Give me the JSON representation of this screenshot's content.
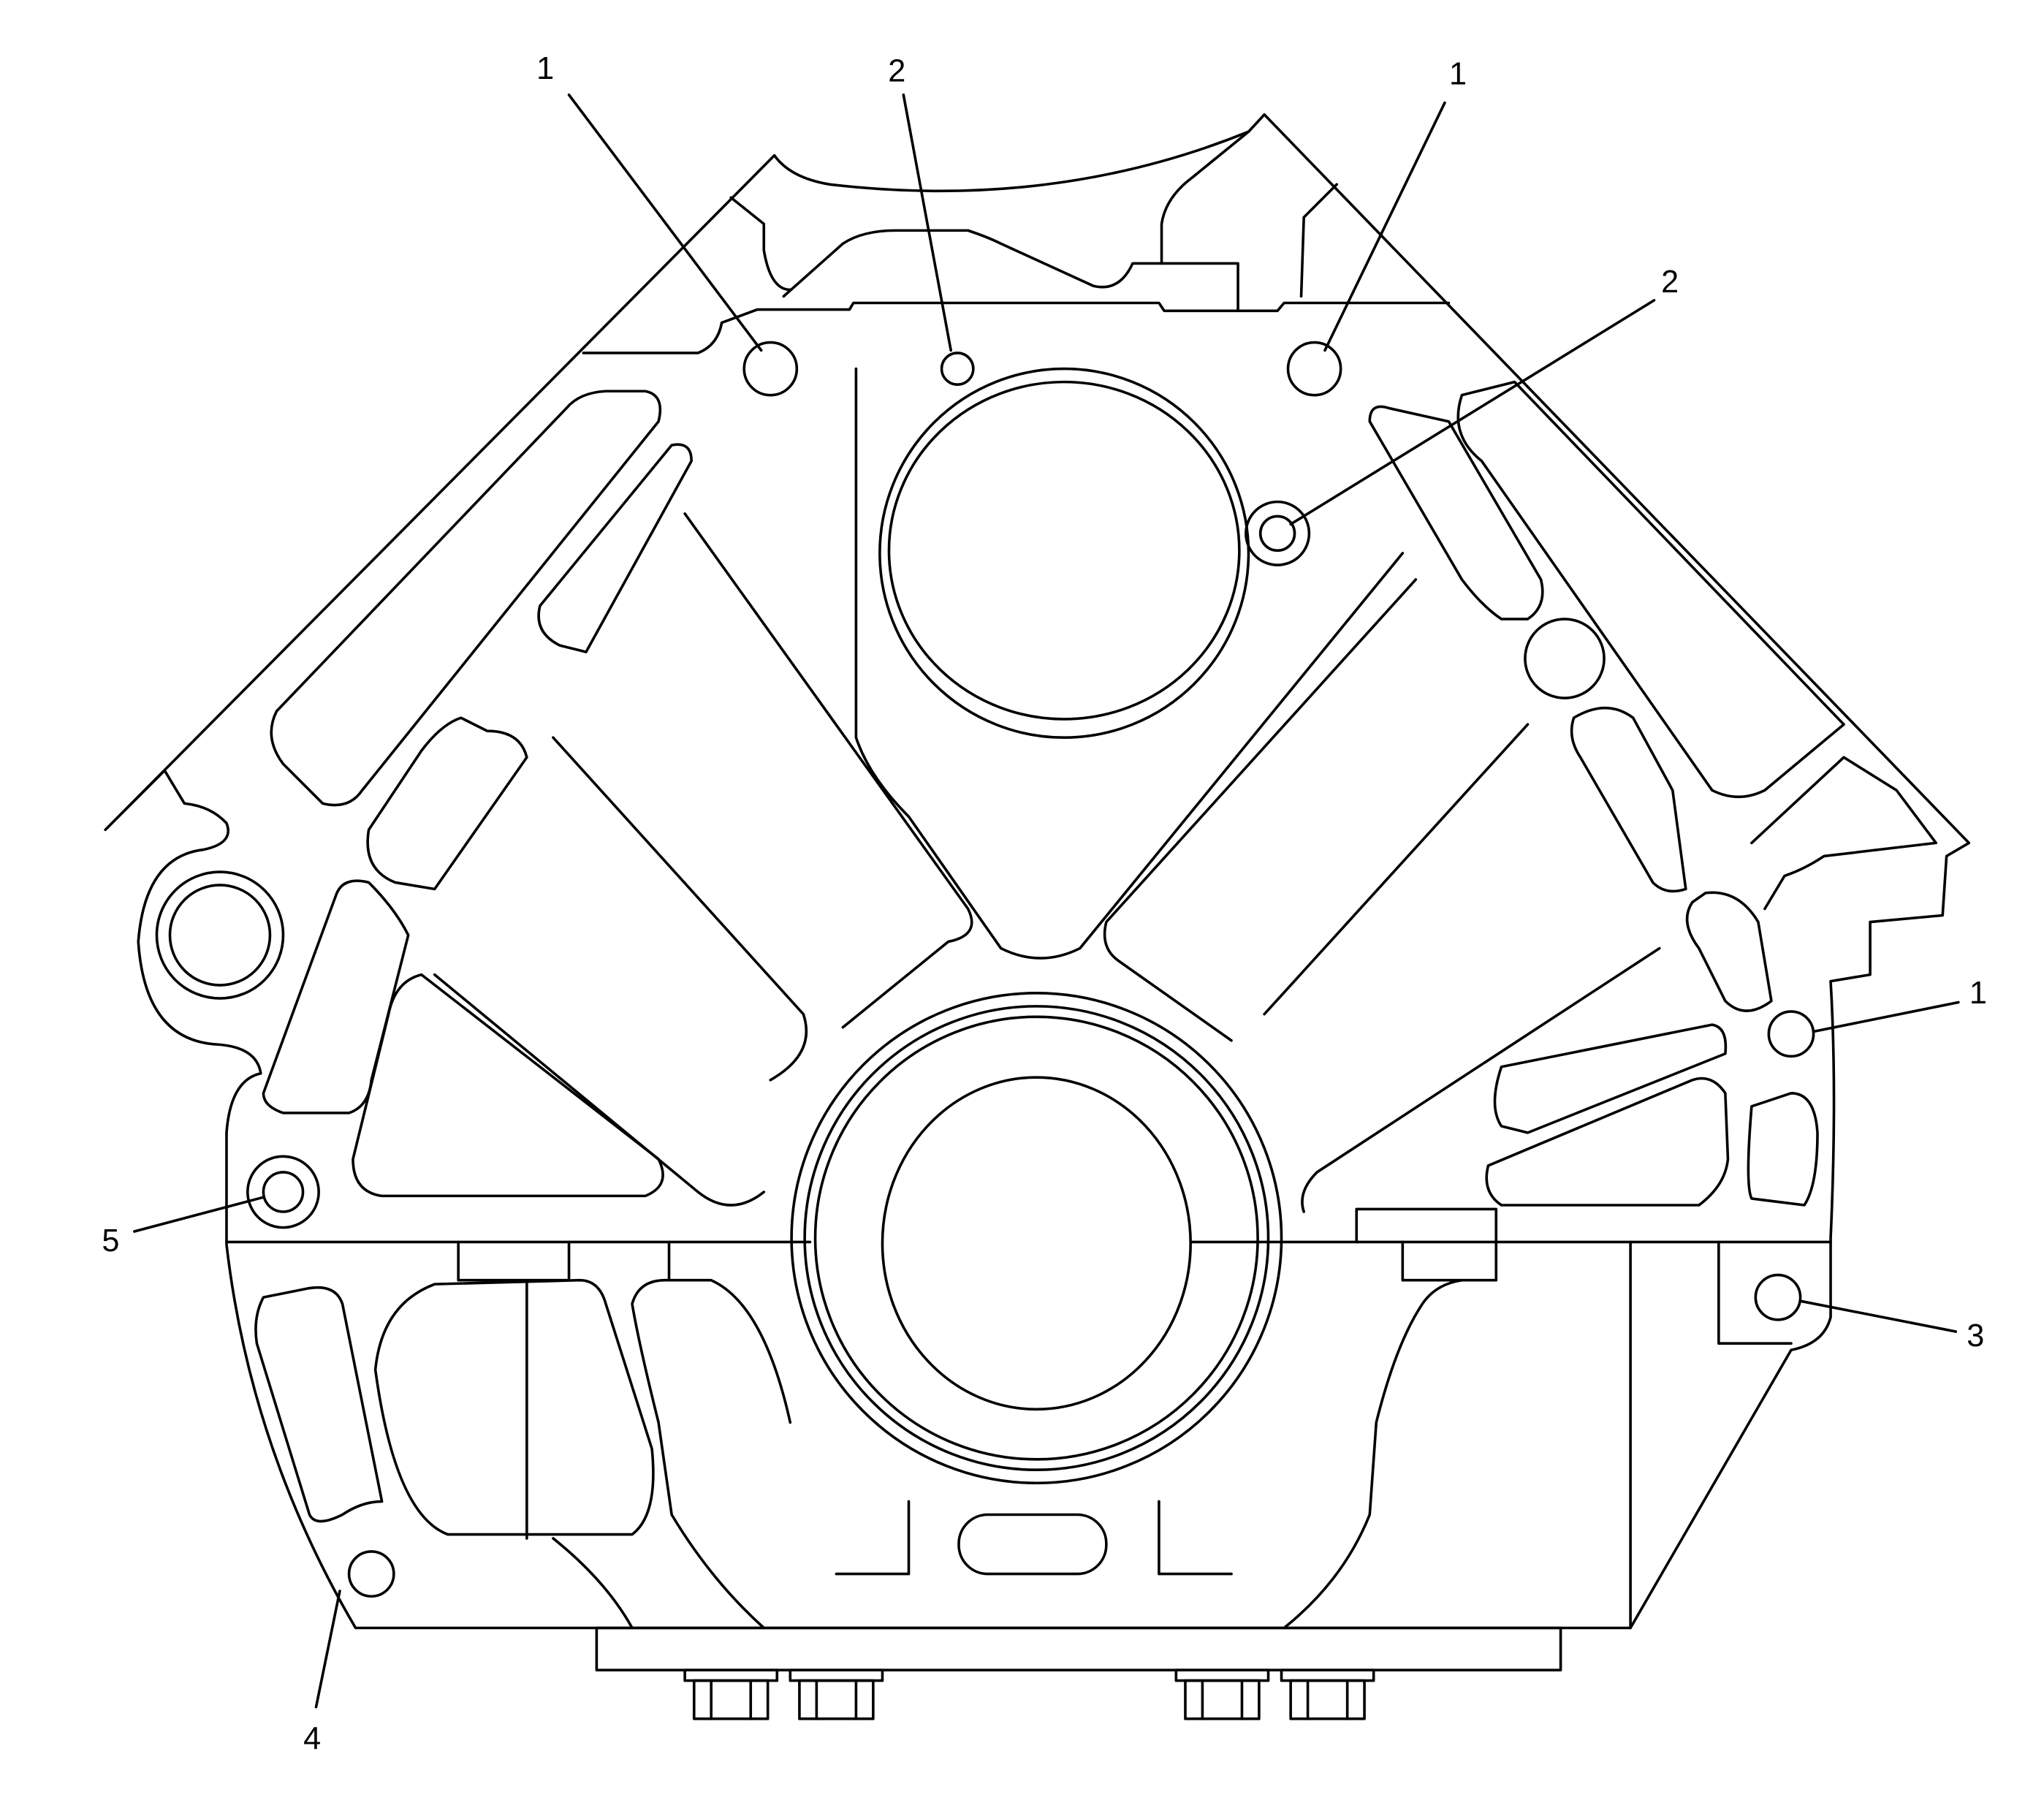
{
  "diagram": {
    "subject": "engine-block-front-view",
    "colors": {
      "line": "#000000",
      "background": "#ffffff"
    },
    "callouts": [
      {
        "id": "c1a",
        "label": "1"
      },
      {
        "id": "c2a",
        "label": "2"
      },
      {
        "id": "c1b",
        "label": "1"
      },
      {
        "id": "c2b",
        "label": "2"
      },
      {
        "id": "c1c",
        "label": "1"
      },
      {
        "id": "c3",
        "label": "3"
      },
      {
        "id": "c4",
        "label": "4"
      },
      {
        "id": "c5",
        "label": "5"
      }
    ]
  }
}
